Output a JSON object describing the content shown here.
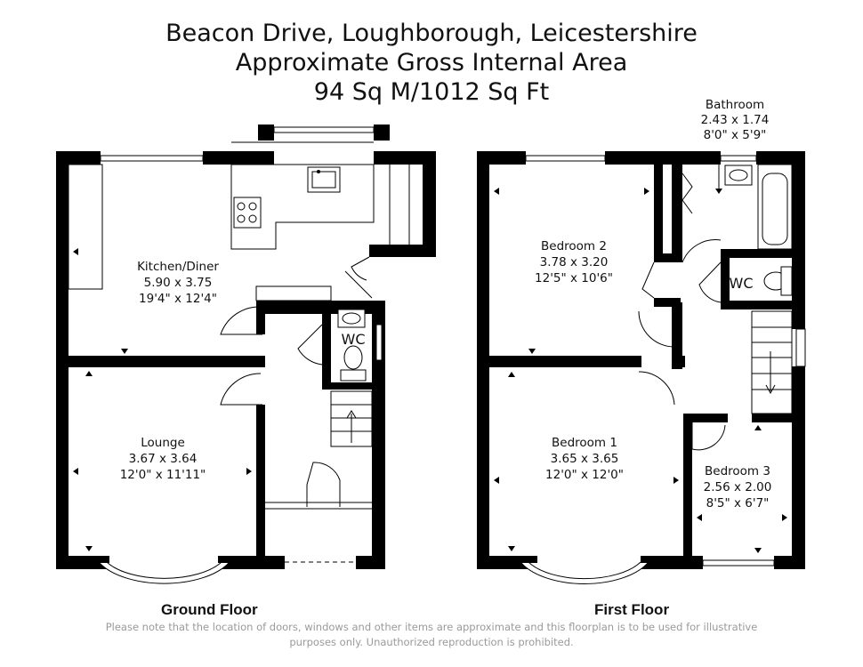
{
  "header": {
    "line1": "Beacon Drive, Loughborough, Leicestershire",
    "line2": "Approximate Gross Internal Area",
    "line3": "94 Sq M/1012 Sq Ft"
  },
  "ground_floor": {
    "label": "Ground Floor",
    "kitchen": {
      "name": "Kitchen/Diner",
      "metric": "5.90 x 3.75",
      "imperial": "19'4\" x 12'4\""
    },
    "lounge": {
      "name": "Lounge",
      "metric": "3.67 x 3.64",
      "imperial": "12'0\" x 11'11\""
    },
    "wc": {
      "name": "WC"
    }
  },
  "first_floor": {
    "label": "First Floor",
    "bathroom": {
      "name": "Bathroom",
      "metric": "2.43 x 1.74",
      "imperial": "8'0\" x 5'9\""
    },
    "bedroom2": {
      "name": "Bedroom 2",
      "metric": "3.78 x 3.20",
      "imperial": "12'5\" x 10'6\""
    },
    "bedroom1": {
      "name": "Bedroom 1",
      "metric": "3.65 x 3.65",
      "imperial": "12'0\" x 12'0\""
    },
    "bedroom3": {
      "name": "Bedroom 3",
      "metric": "2.56 x 2.00",
      "imperial": "8'5\" x 6'7\""
    },
    "wc": {
      "name": "WC"
    }
  },
  "footer": {
    "disclaimer_line1": "Please note that the location of doors, windows and other items are approximate and this floorplan is to be used for illustrative",
    "disclaimer_line2": "purposes only. Unauthorized reproduction is prohibited."
  }
}
